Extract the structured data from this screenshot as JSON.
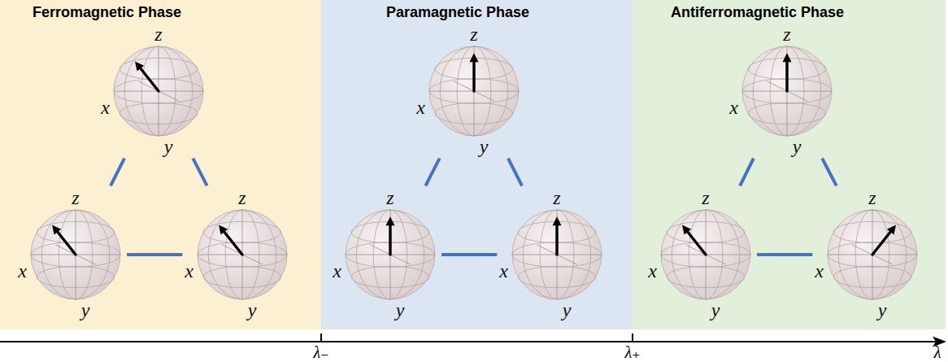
{
  "diagram": {
    "nodes": [
      {
        "text": [
          "Ferromagnetic Phase"
        ]
      },
      {
        "text": [
          "z",
          "x",
          "y"
        ],
        "in": 0
      },
      {
        "text": [
          "z",
          "x",
          "y"
        ],
        "in": 0
      },
      {
        "text": [
          "z",
          "x",
          "y"
        ],
        "in": 0
      },
      {
        "text": [
          "Paramagnetic Phase"
        ]
      },
      {
        "text": [
          "z",
          "x",
          "y"
        ],
        "in": 4
      },
      {
        "text": [
          "z",
          "x",
          "y"
        ],
        "in": 4
      },
      {
        "text": [
          "z",
          "x",
          "y"
        ],
        "in": 4
      },
      {
        "text": [
          "Antiferromagnetic Phase"
        ]
      },
      {
        "text": [
          "z",
          "x",
          "y"
        ],
        "in": 8
      },
      {
        "text": [
          "z",
          "x",
          "y"
        ],
        "in": 8
      },
      {
        "text": [
          "z",
          "x",
          "y"
        ],
        "in": 8
      }
    ],
    "edges": [
      {
        "from": 1,
        "to": 2,
        "arrow": "none"
      },
      {
        "from": 1,
        "to": 3,
        "arrow": "none"
      },
      {
        "from": 2,
        "to": 3,
        "arrow": "none"
      },
      {
        "from": 5,
        "to": 6,
        "arrow": "none"
      },
      {
        "from": 5,
        "to": 7,
        "arrow": "none"
      },
      {
        "from": 6,
        "to": 7,
        "arrow": "none"
      },
      {
        "from": 9,
        "to": 10,
        "arrow": "none"
      },
      {
        "from": 9,
        "to": 11,
        "arrow": "none"
      },
      {
        "from": 10,
        "to": 11,
        "arrow": "none"
      }
    ],
    "labels": [
      "λ₋",
      "λ₊",
      "λ"
    ]
  }
}
